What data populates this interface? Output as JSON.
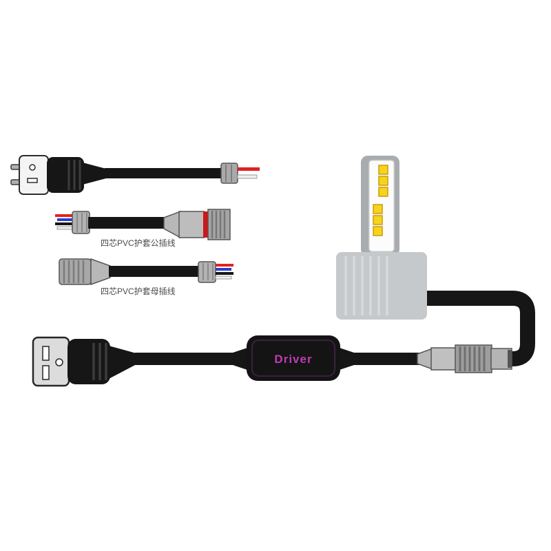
{
  "image": {
    "type": "product-wiring-diagram",
    "background": "#ffffff"
  },
  "labels": {
    "male_cable": "四芯PVC护套公插线",
    "female_cable": "四芯PVC护套母插线",
    "driver": "Driver"
  },
  "colors": {
    "cable_black": "#161616",
    "connector_grey": "#b8b8b8",
    "wire_red": "#e02222",
    "wire_blue": "#2b3fd0",
    "wire_black": "#161616",
    "wire_white": "#efefef",
    "red_ring": "#d01616",
    "led_yellow": "#f7d41a",
    "driver_text": "#c23bb5",
    "label_text": "#4a4a4a",
    "bulb_body": "#a9acaf",
    "heatsink_grey": "#c6c9cb"
  }
}
